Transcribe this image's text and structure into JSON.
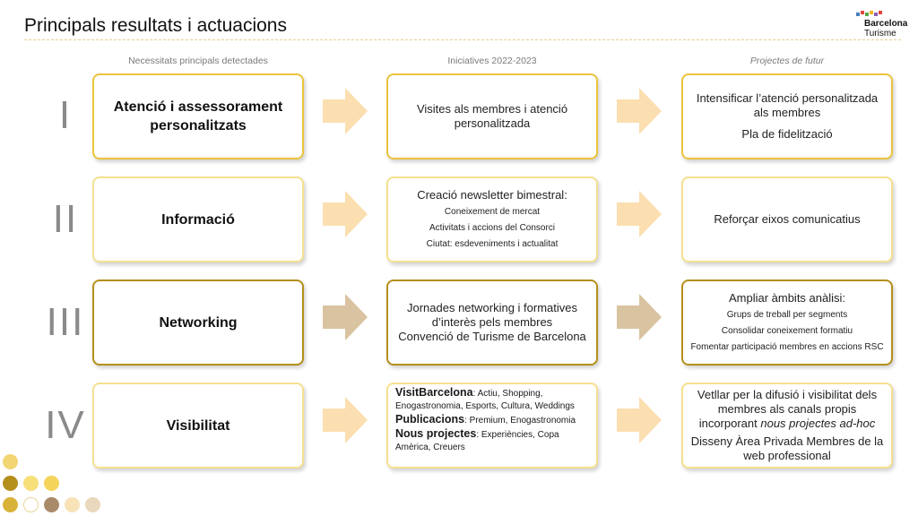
{
  "title": "Principals resultats i actuacions",
  "logo": {
    "line1": "Barcelona",
    "line2": "Turisme",
    "dot_colors": [
      "#4a7fc0",
      "#e2483d",
      "#58a94a",
      "#f3b61f",
      "#8a5fb0",
      "#e2483d"
    ]
  },
  "columns": {
    "needs": "Necessitats principals detectades",
    "initiatives": "Iniciatives 2022-2023",
    "future": "Projectes de futur"
  },
  "rows": [
    {
      "numeral": "I",
      "need": "Atenció i assessorament personalitzats",
      "initiative": {
        "lines": [
          "Visites als membres i atenció personalitzada"
        ]
      },
      "future": {
        "lines": [
          "Intensificar l’atenció personalitzada als membres",
          "Pla de fidelització"
        ]
      }
    },
    {
      "numeral": "II",
      "need": "Informació",
      "initiative": {
        "heading": "Creació newsletter bimestral:",
        "items": [
          "Coneixement de mercat",
          "Activitats i accions del Consorci",
          "Ciutat: esdeveniments i actualitat"
        ]
      },
      "future": {
        "lines": [
          "Reforçar eixos comunicatius"
        ]
      }
    },
    {
      "numeral": "III",
      "need": "Networking",
      "initiative": {
        "lines": [
          "Jornades networking i formatives d’interès pels membres",
          "Convenció de Turisme de Barcelona"
        ]
      },
      "future": {
        "heading": "Ampliar àmbits anàlisi:",
        "items": [
          "Grups de treball per segments",
          "Consolidar coneixement formatiu",
          "Fomentar participació membres en accions RSC"
        ]
      }
    },
    {
      "numeral": "IV",
      "need": "Visibilitat",
      "initiative": {
        "segments": [
          {
            "label": "VisitBarcelona",
            "text": ": Actiu, Shopping, Enogastronomia, Esports, Cultura, Weddings"
          },
          {
            "label": "Publicacions",
            "text": ": Premium, Enogastronomia"
          },
          {
            "label": "Nous projectes",
            "text": ": Experiències, Copa Amèrica, Creuers"
          }
        ]
      },
      "future": {
        "line1_prefix": "Vetllar per la difusió i visibilitat dels membres als canals propis incorporant ",
        "line1_italic": "nous projectes ad-hoc",
        "line2": "Disseny Àrea Privada Membres de la web professional"
      }
    }
  ],
  "colors": {
    "arrow_light": "#fbdfb0",
    "arrow_tan": "#d9c3a0",
    "border_gold": "#eac43c",
    "border_dark_gold": "#b58f1c",
    "border_pale": "#f5e08e"
  }
}
